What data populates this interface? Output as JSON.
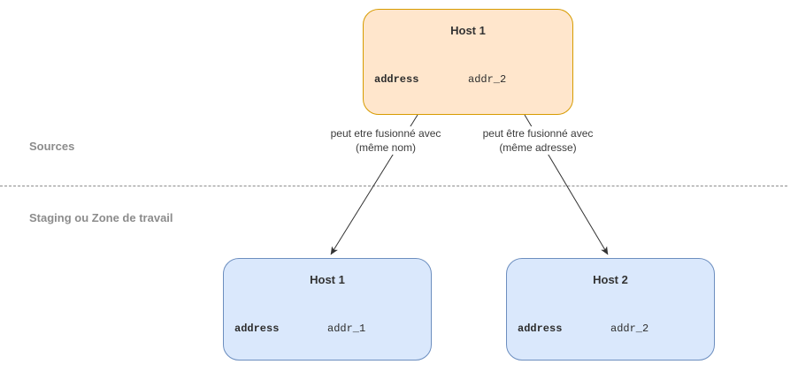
{
  "sections": {
    "sources_label": "Sources",
    "staging_label": "Staging ou Zone de travail"
  },
  "nodes": [
    {
      "id": "source-host-1",
      "title": "Host 1",
      "field_label": "address",
      "field_value": "addr_2",
      "variant": "orange"
    },
    {
      "id": "staging-host-1",
      "title": "Host 1",
      "field_label": "address",
      "field_value": "addr_1",
      "variant": "blue"
    },
    {
      "id": "staging-host-2",
      "title": "Host 2",
      "field_label": "address",
      "field_value": "addr_2",
      "variant": "blue"
    }
  ],
  "edges": [
    {
      "from": "source-host-1",
      "to": "staging-host-1",
      "label_line1": "peut etre fusionné avec",
      "label_line2": "(même nom)"
    },
    {
      "from": "source-host-1",
      "to": "staging-host-2",
      "label_line1": "peut être fusionné avec",
      "label_line2": "(même adresse)"
    }
  ],
  "colors": {
    "source_node_fill": "#ffe6cc",
    "source_node_border": "#d79b00",
    "staging_node_fill": "#dae8fc",
    "staging_node_border": "#6c8ebf",
    "section_label_text": "#8c8c8c",
    "arrow": "#333333"
  }
}
